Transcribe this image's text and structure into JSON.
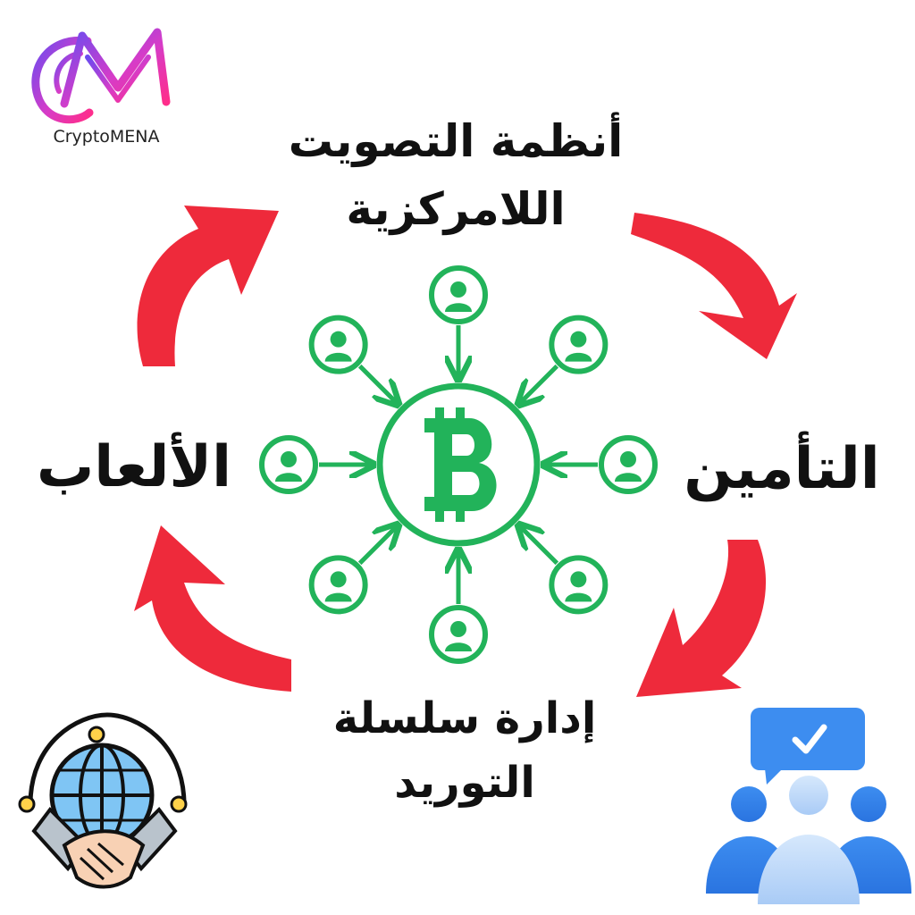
{
  "logo": {
    "text": "CryptoMENA",
    "gradient": [
      "#6a4cf0",
      "#d63cc8",
      "#ff2d8a"
    ]
  },
  "labels": {
    "voting": [
      "أنظمة التصويت",
      "اللامركزية"
    ],
    "insurance": "التأمين",
    "games": "الألعاب",
    "supply": [
      "إدارة سلسلة",
      "التوريد"
    ]
  },
  "center": {
    "symbol": "bitcoin-icon",
    "node_count": 8,
    "node_icon": "user-icon"
  },
  "icons": {
    "bottom_left": "global-handshake-icon",
    "bottom_right": "team-approval-icon"
  },
  "colors": {
    "arrow": "#ee2a3b",
    "network": "#22b35a",
    "text": "#111111"
  }
}
